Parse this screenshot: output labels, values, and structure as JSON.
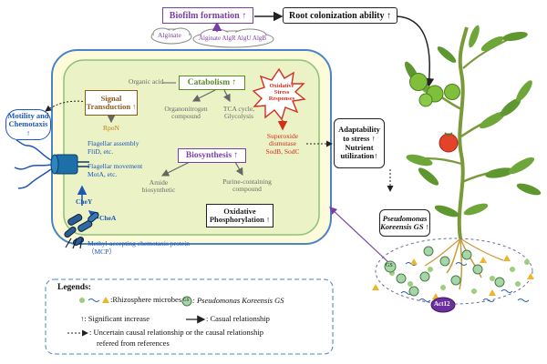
{
  "top": {
    "biofilm": "Biofilm formation ↑",
    "root_colonization": "Root colonization ability ↑",
    "alginate": "Alginate",
    "alginate_genes": "Alginate AlgR AlgU AlgB"
  },
  "cell": {
    "motility": "Motility and Chemotaxis ↑",
    "signal_transduction": "Signal Transduction ↑",
    "rpon": "RpoN",
    "organic_acid": "Organic acid",
    "catabolism": "Catabolism ↑",
    "organonitrogen": "Organonitrogen compound",
    "tca": "TCA cycle, Glycolysis",
    "oxidative_stress": "Oxidative Stress Responses",
    "superoxide": "Superoxide dismutase SodB, SodC",
    "flagellar_assembly": "Flagellar assembly FliD, etc.",
    "flagellar_movement": "Flagellar movement MotA, etc.",
    "biosynthesis": "Biosynthesis ↑",
    "amide": "Amide biosynthetic",
    "purine": "Purine-containing compound",
    "oxphos": "Oxidative Phosphorylation ↑",
    "chey": "CheY",
    "chea": "CheA",
    "mcp": "Methyl-accepting chemotaxis protein（MCP）"
  },
  "right": {
    "adaptability": "Adaptability to stress ↑ Nutrient utilization↑",
    "pseudomonas": "Pseudomonas Koreensis GS ↑",
    "gs_label": "GS",
    "acti_label": "Act12"
  },
  "legend": {
    "title": "Legends:",
    "rhizosphere": ":Rhizosphere microbes",
    "gs_item": ": Pseudomonas Koreensis GS",
    "gs_badge": "GS",
    "significant": "↑: Significant   increase",
    "causal": ": Casual relationship",
    "uncertain": ": Uncertain causal relationship or the causal relationship",
    "uncertain2": "refered from references"
  },
  "colors": {
    "cell_outer": "#fdfbd9",
    "cell_outer_border": "#4b83c7",
    "cell_inner": "#eaf2c6",
    "cell_inner_border": "#8ec37a",
    "green_text": "#5a8a2a",
    "blue_text": "#1e56b8",
    "red_text": "#d32f1f",
    "purple": "#7a3fa6"
  }
}
